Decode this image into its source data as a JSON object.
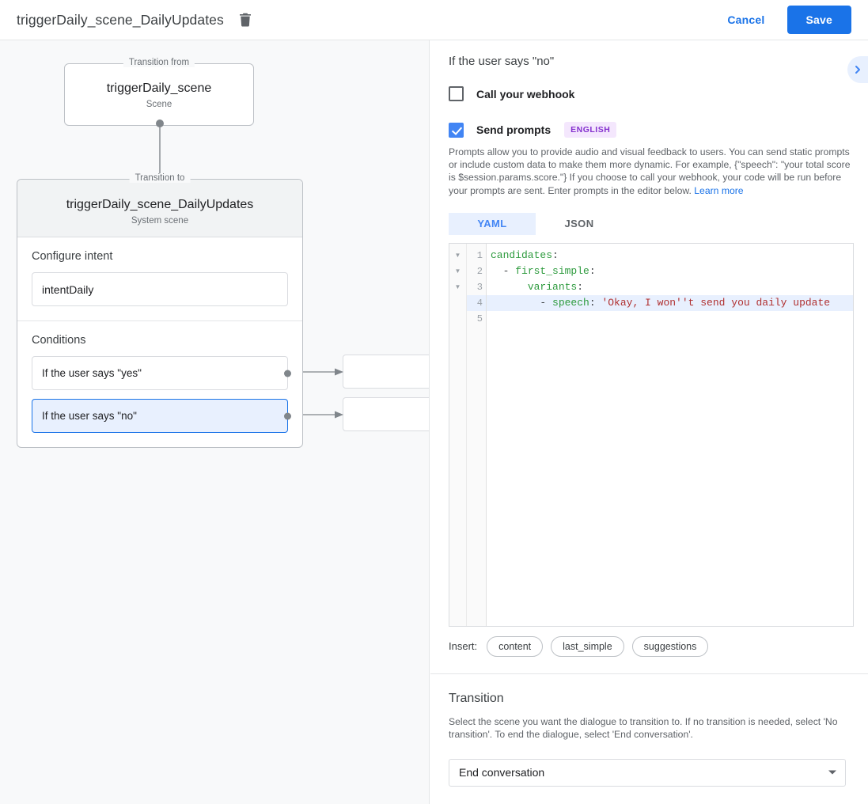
{
  "topbar": {
    "title": "triggerDaily_scene_DailyUpdates",
    "delete_icon": "trash-icon",
    "cancel_label": "Cancel",
    "save_label": "Save"
  },
  "canvas": {
    "from_node": {
      "legend": "Transition from",
      "title": "triggerDaily_scene",
      "subtitle": "Scene"
    },
    "to_node": {
      "legend": "Transition to",
      "title": "triggerDaily_scene_DailyUpdates",
      "subtitle": "System scene"
    },
    "intent_section": {
      "label": "Configure intent",
      "value": "intentDaily"
    },
    "conditions_section": {
      "label": "Conditions",
      "items": [
        {
          "label": "If the user says \"yes\"",
          "selected": false
        },
        {
          "label": "If the user says \"no\"",
          "selected": true
        }
      ]
    },
    "target_boxes": [
      {
        "label": ""
      },
      {
        "label": ""
      }
    ]
  },
  "panel": {
    "header_title": "If the user says \"no\"",
    "collapse_icon": "chevron-right-icon",
    "webhook": {
      "label": "Call your webhook",
      "checked": false
    },
    "prompts": {
      "label": "Send prompts",
      "checked": true,
      "language_badge": "ENGLISH",
      "description": "Prompts allow you to provide audio and visual feedback to users. You can send static prompts or include custom data to make them more dynamic. For example, {\"speech\": \"your total score is $session.params.score.\"} If you choose to call your webhook, your code will be run before your prompts are sent. Enter prompts in the editor below. ",
      "learn_more": "Learn more"
    },
    "editor_tabs": [
      {
        "label": "YAML",
        "active": true
      },
      {
        "label": "JSON",
        "active": false
      }
    ],
    "code": {
      "language": "yaml",
      "highlighted_line": 4,
      "lines": [
        {
          "num": "1",
          "fold": "▼",
          "tokens": [
            {
              "t": "candidates",
              "c": "k"
            },
            {
              "t": ":",
              "c": "p"
            }
          ]
        },
        {
          "num": "2",
          "fold": "▼",
          "tokens": [
            {
              "t": "  - ",
              "c": "p"
            },
            {
              "t": "first_simple",
              "c": "k"
            },
            {
              "t": ":",
              "c": "p"
            }
          ]
        },
        {
          "num": "3",
          "fold": "▼",
          "tokens": [
            {
              "t": "      ",
              "c": "p"
            },
            {
              "t": "variants",
              "c": "k"
            },
            {
              "t": ":",
              "c": "p"
            }
          ]
        },
        {
          "num": "4",
          "fold": "",
          "tokens": [
            {
              "t": "        - ",
              "c": "p"
            },
            {
              "t": "speech",
              "c": "k"
            },
            {
              "t": ": ",
              "c": "p"
            },
            {
              "t": "'Okay, I won''t send you daily update",
              "c": "s"
            }
          ]
        },
        {
          "num": "5",
          "fold": "",
          "tokens": []
        }
      ]
    },
    "insert": {
      "label": "Insert:",
      "chips": [
        "content",
        "last_simple",
        "suggestions"
      ]
    },
    "transition": {
      "title": "Transition",
      "description": "Select the scene you want the dialogue to transition to. If no transition is needed, select 'No transition'. To end the dialogue, select 'End conversation'.",
      "selected": "End conversation"
    }
  },
  "colors": {
    "accent_blue": "#1a73e8",
    "tab_blue": "#4285f4",
    "selection_bg": "#e8f0fe",
    "badge_bg": "#f4e7fd",
    "badge_fg": "#8430ce",
    "canvas_bg": "#f8f9fa",
    "yaml_key": "#2e9b3e",
    "yaml_string": "#b03030"
  }
}
